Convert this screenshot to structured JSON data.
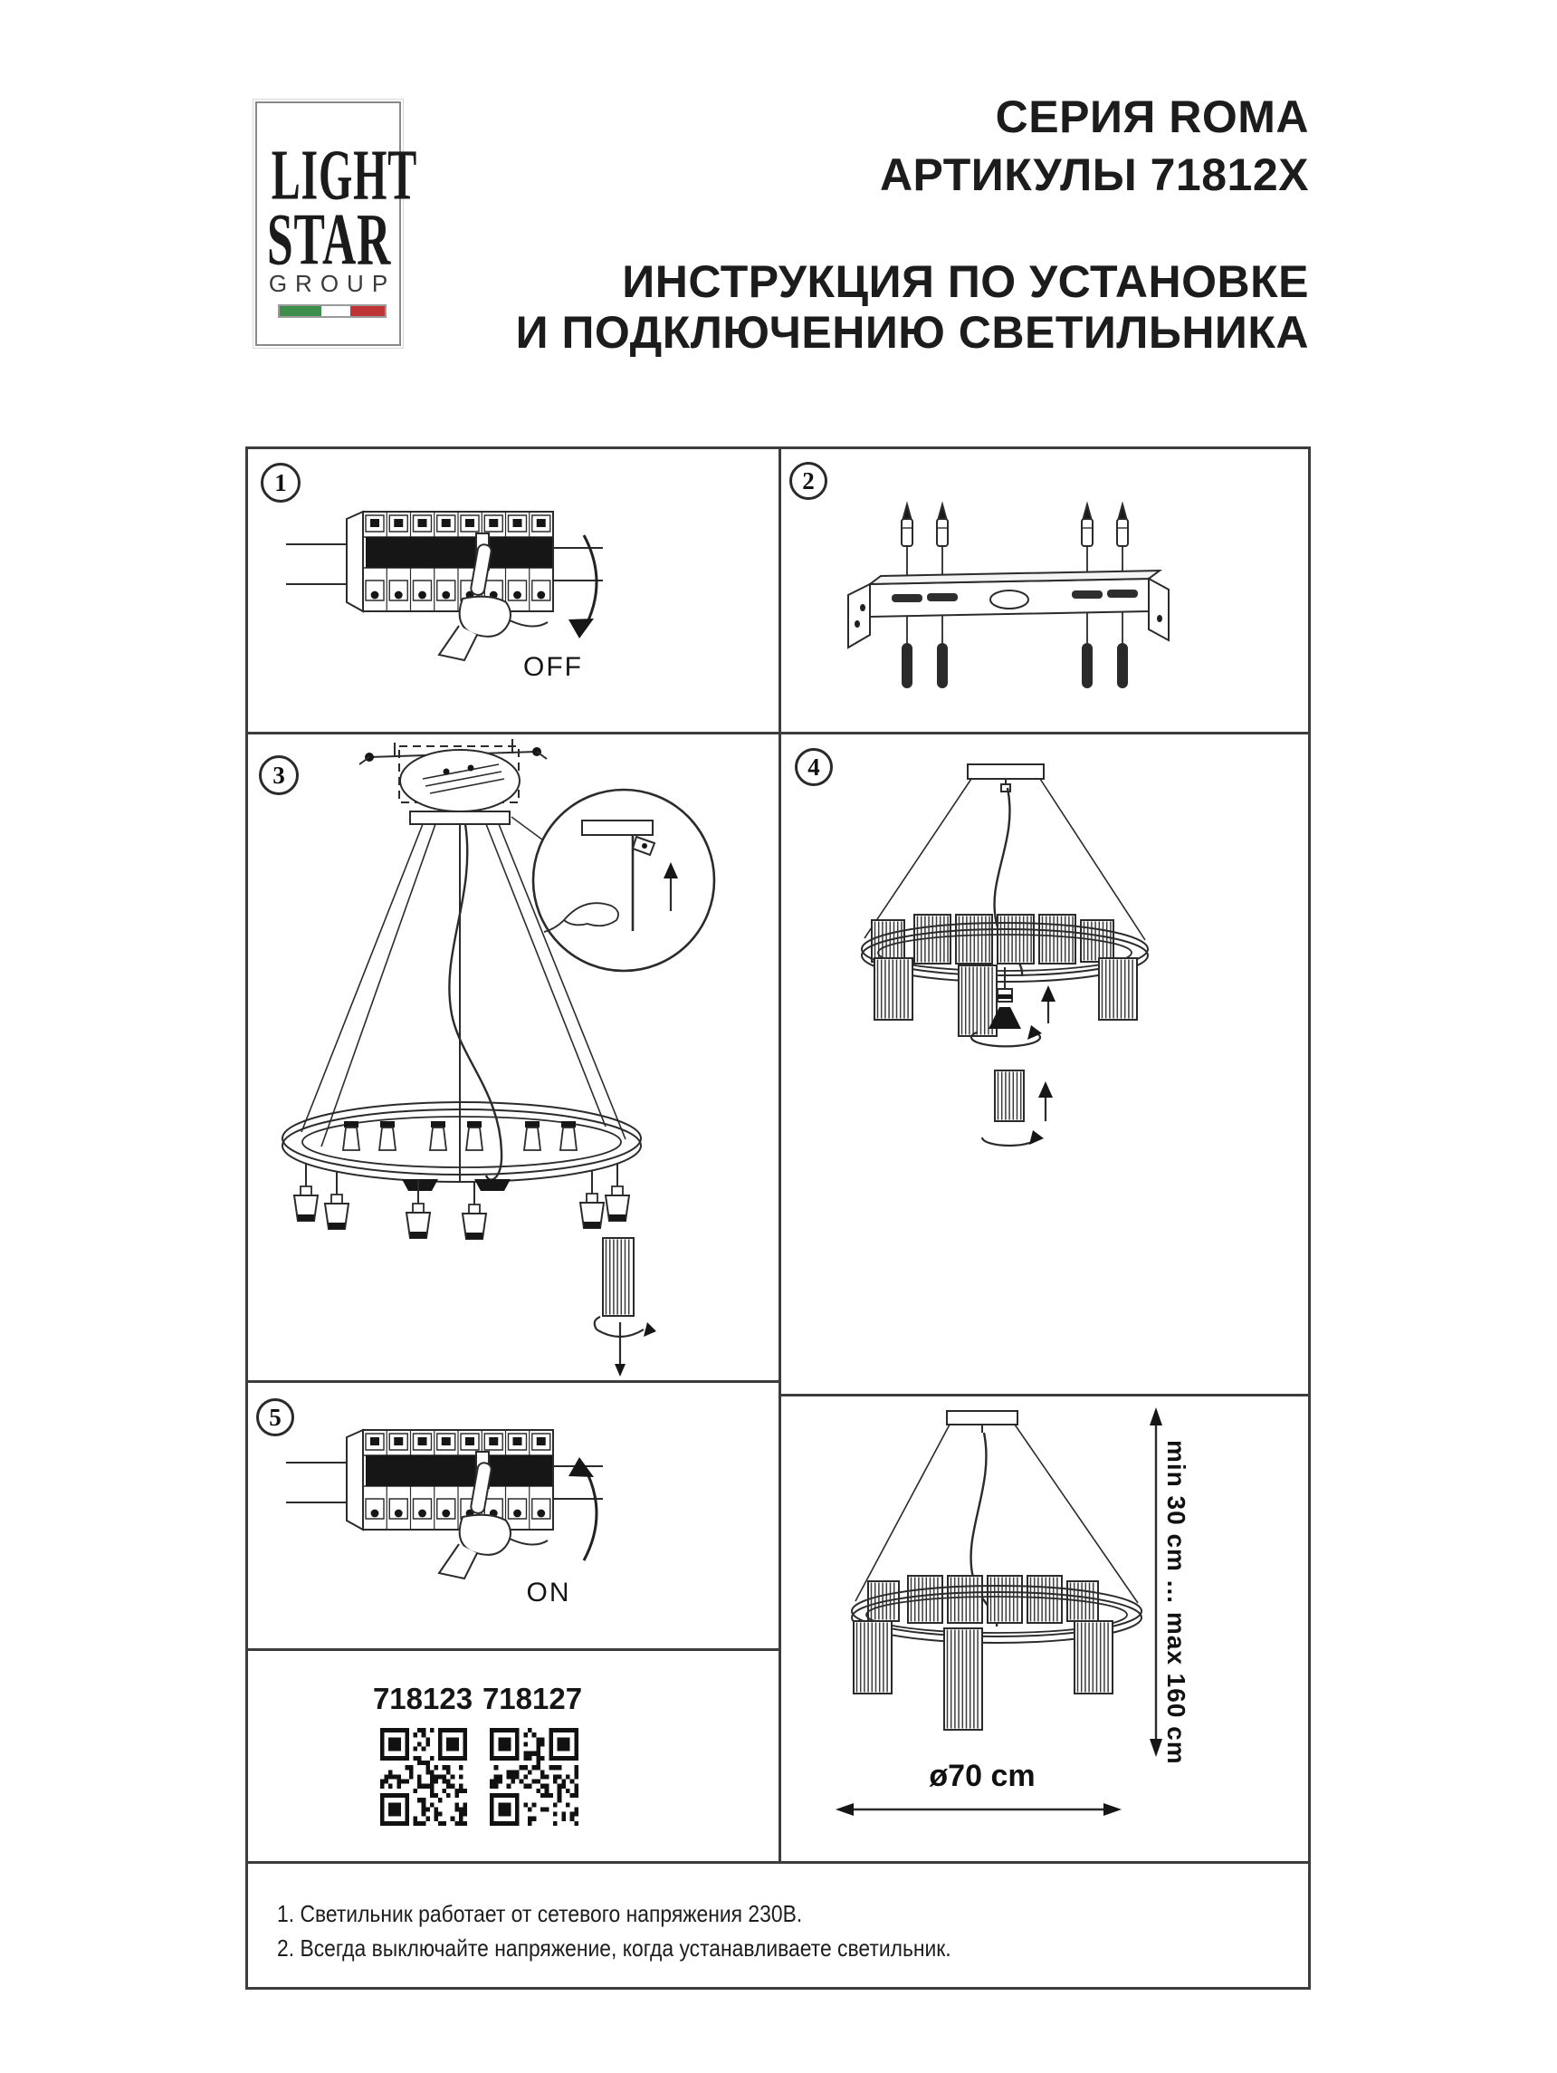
{
  "colors": {
    "ink": "#1f1f1f",
    "grid_line": "#3d3d3d",
    "flag_green": "#3e8e4b",
    "flag_white": "#ffffff",
    "flag_red": "#bf3434"
  },
  "logo": {
    "word1": "LIGHT",
    "word2": "STAR",
    "word3": "GROUP"
  },
  "header": {
    "series": "СЕРИЯ ROMA",
    "articles": "АРТИКУЛЫ 71812X",
    "title_line1": "ИНСТРУКЦИЯ ПО УСТАНОВКЕ",
    "title_line2": "И ПОДКЛЮЧЕНИЮ СВЕТИЛЬНИКА"
  },
  "steps": [
    {
      "number": "1",
      "label": "OFF"
    },
    {
      "number": "2"
    },
    {
      "number": "3"
    },
    {
      "number": "4"
    },
    {
      "number": "5",
      "label": "ON"
    }
  ],
  "qr_codes": [
    {
      "code": "718123"
    },
    {
      "code": "718127"
    }
  ],
  "dimensions": {
    "height_range": "min 30 cm ... max 160 cm",
    "diameter": "ø70 cm"
  },
  "notes": [
    "1. Светильник работает от сетевого напряжения 230В.",
    "2. Всегда выключайте напряжение, когда устанавливаете светильник."
  ]
}
